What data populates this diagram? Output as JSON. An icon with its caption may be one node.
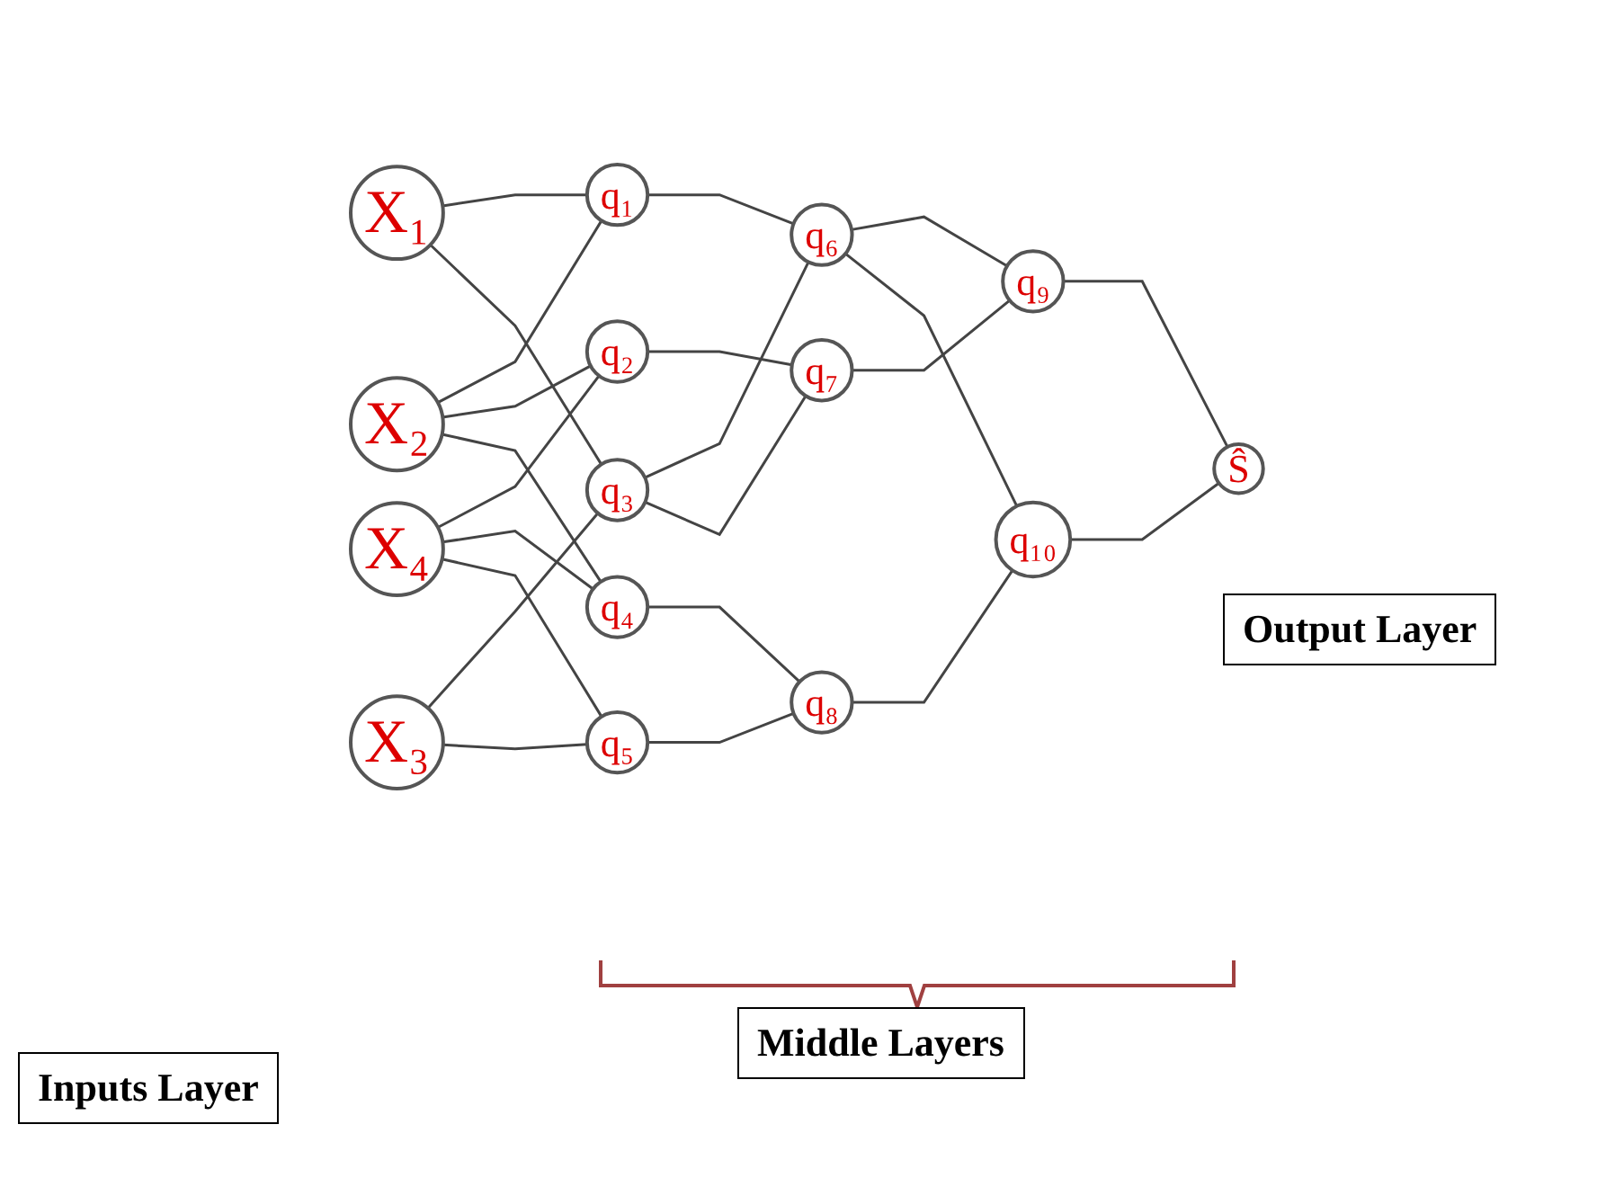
{
  "diagram": {
    "nodes": [
      {
        "text": [
          "X₁"
        ]
      },
      {
        "text": [
          "X₂"
        ]
      },
      {
        "text": [
          "X₃"
        ]
      },
      {
        "text": [
          "X₄"
        ]
      },
      {
        "text": [
          "q₁"
        ]
      },
      {
        "text": [
          "q₂"
        ]
      },
      {
        "text": [
          "q₃"
        ]
      },
      {
        "text": [
          "q₄"
        ]
      },
      {
        "text": [
          "q₅"
        ]
      },
      {
        "text": [
          "q₆"
        ]
      },
      {
        "text": [
          "q₇"
        ]
      },
      {
        "text": [
          "q₈"
        ]
      },
      {
        "text": [
          "q₉"
        ]
      },
      {
        "text": [
          "q₁₀"
        ]
      },
      {
        "text": [
          "Ŝ"
        ]
      }
    ],
    "edges": [
      {
        "from": 0,
        "to": 4,
        "arrow": "none"
      },
      {
        "from": 0,
        "to": 6,
        "arrow": "none"
      },
      {
        "from": 1,
        "to": 4,
        "arrow": "none"
      },
      {
        "from": 1,
        "to": 5,
        "arrow": "none"
      },
      {
        "from": 1,
        "to": 7,
        "arrow": "none"
      },
      {
        "from": 2,
        "to": 6,
        "arrow": "none"
      },
      {
        "from": 2,
        "to": 8,
        "arrow": "none"
      },
      {
        "from": 3,
        "to": 5,
        "arrow": "none"
      },
      {
        "from": 3,
        "to": 7,
        "arrow": "none"
      },
      {
        "from": 3,
        "to": 8,
        "arrow": "none"
      },
      {
        "from": 4,
        "to": 9,
        "arrow": "none"
      },
      {
        "from": 5,
        "to": 10,
        "arrow": "none"
      },
      {
        "from": 6,
        "to": 9,
        "arrow": "none"
      },
      {
        "from": 6,
        "to": 10,
        "arrow": "none"
      },
      {
        "from": 7,
        "to": 11,
        "arrow": "none"
      },
      {
        "from": 8,
        "to": 11,
        "arrow": "none"
      },
      {
        "from": 9,
        "to": 12,
        "arrow": "none"
      },
      {
        "from": 9,
        "to": 13,
        "arrow": "none"
      },
      {
        "from": 10,
        "to": 12,
        "arrow": "none"
      },
      {
        "from": 11,
        "to": 13,
        "arrow": "none"
      },
      {
        "from": 12,
        "to": 14,
        "arrow": "none"
      },
      {
        "from": 13,
        "to": 14,
        "arrow": "none"
      }
    ],
    "labels": [
      "Inputs Layer",
      "Middle Layers",
      "Output Layer"
    ]
  }
}
